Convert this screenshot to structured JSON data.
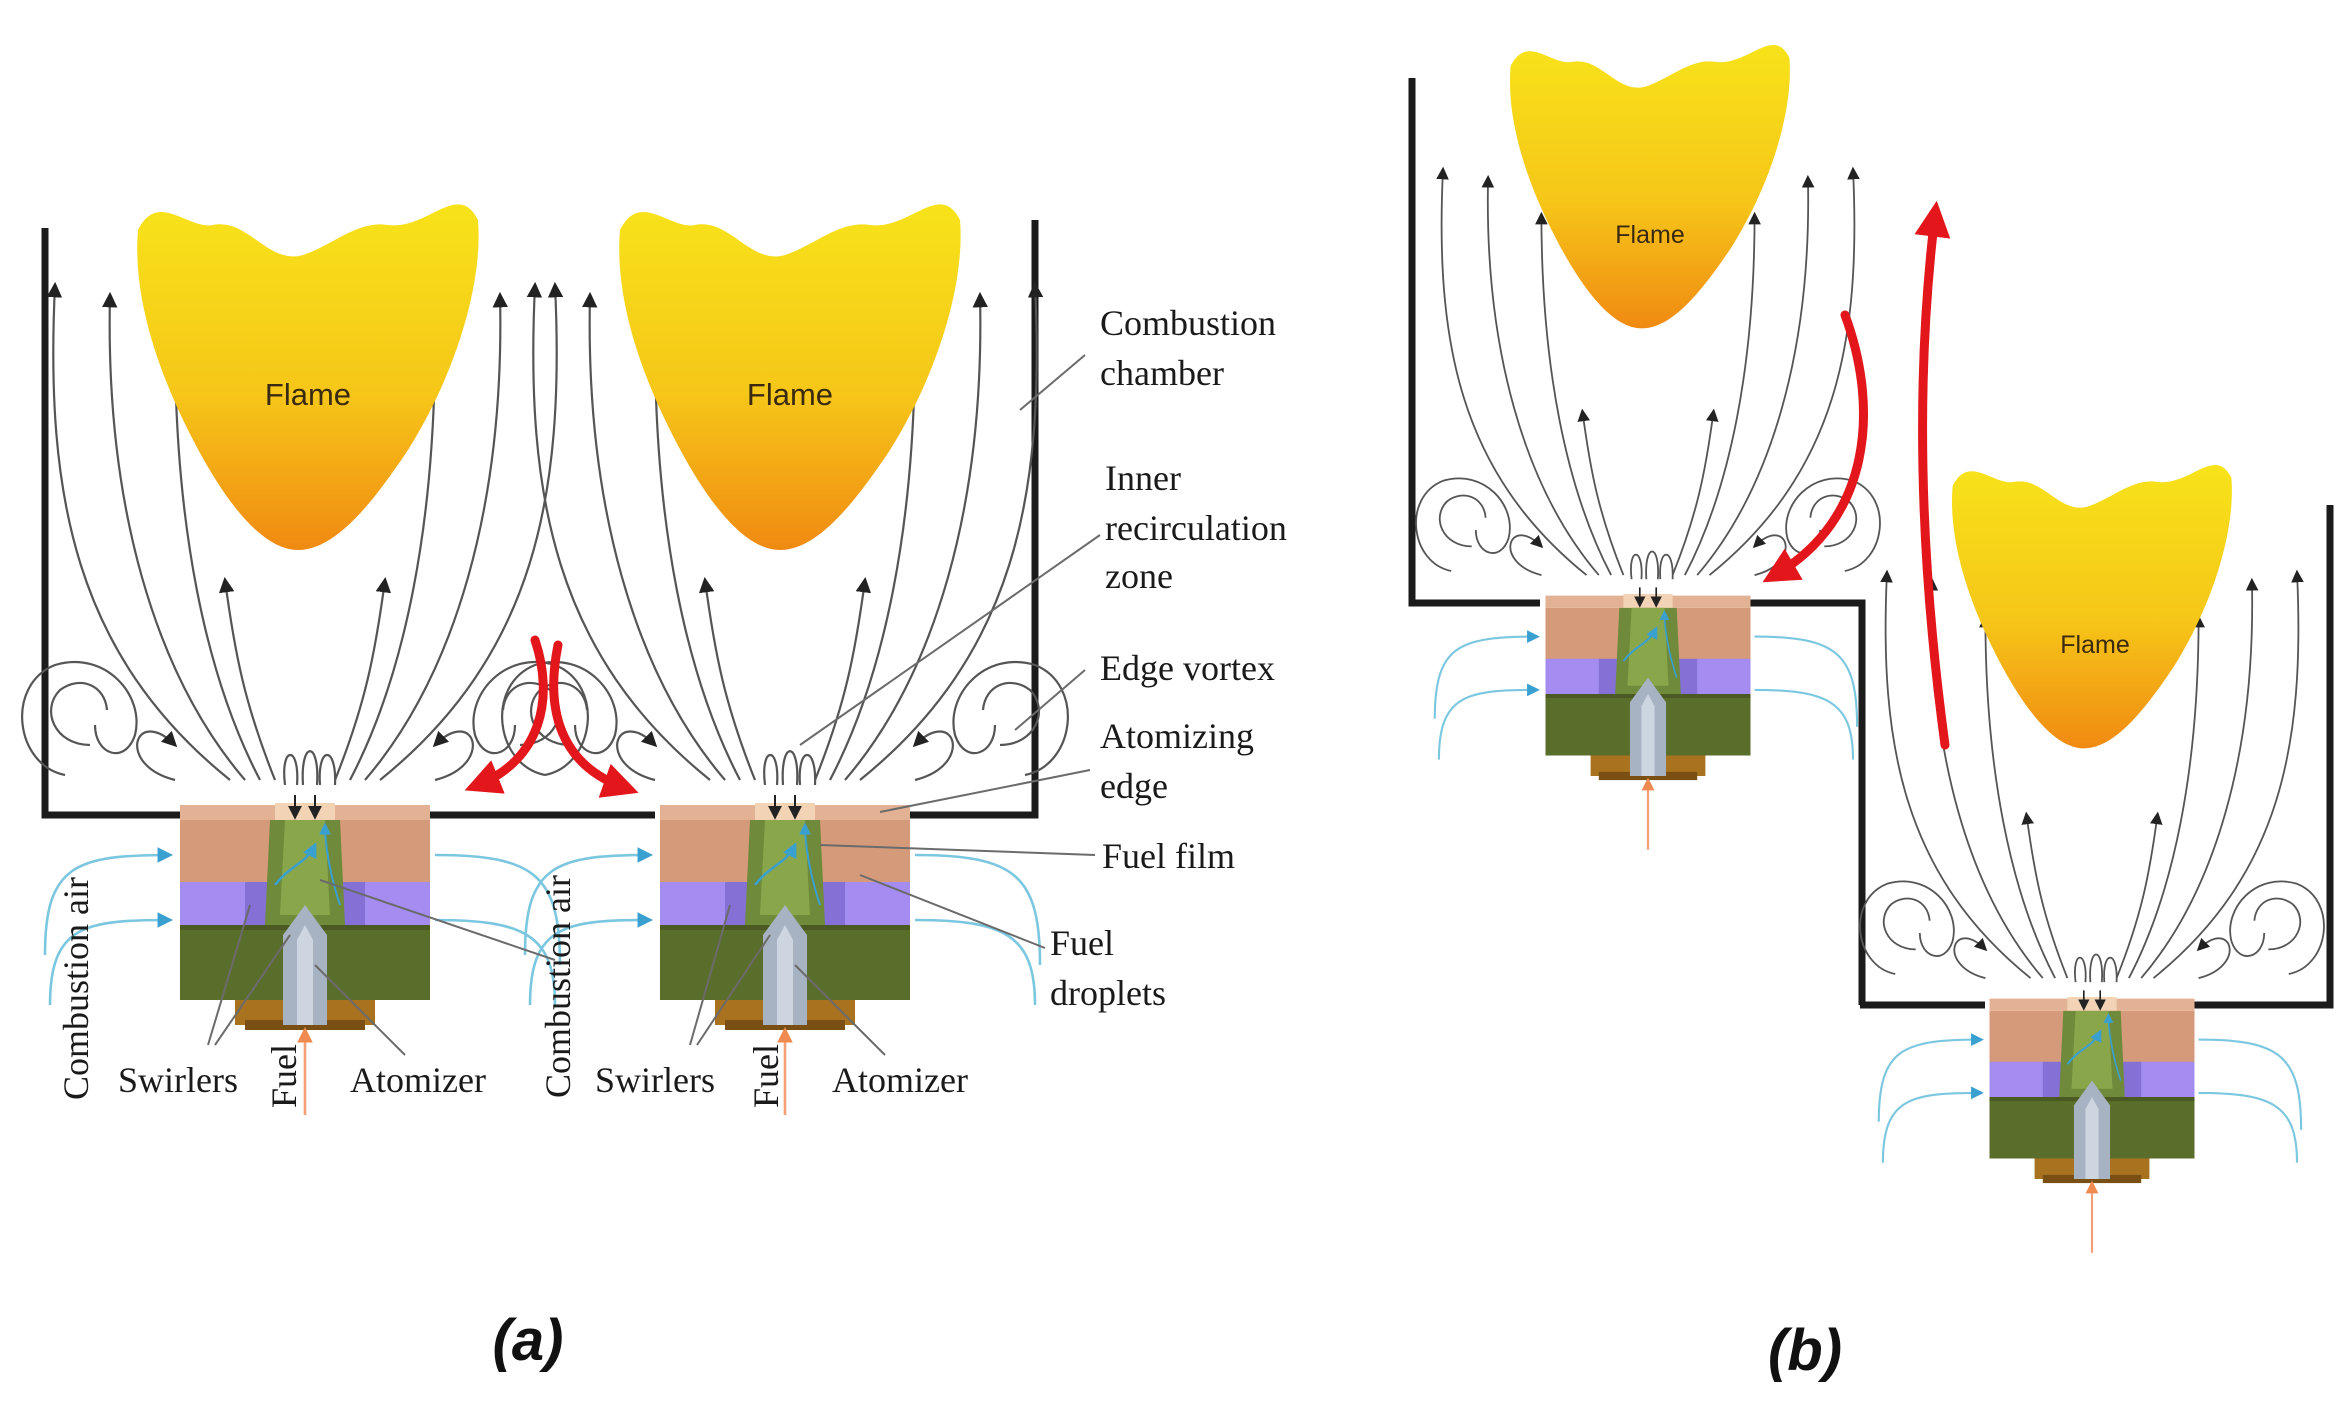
{
  "figure": {
    "panel_a_caption": "(a)",
    "panel_b_caption": "(b)",
    "flame_label": "Flame",
    "labels": {
      "combustion_chamber_1": "Combustion",
      "combustion_chamber_2": "chamber",
      "inner_recirc_1": "Inner",
      "inner_recirc_2": "recirculation",
      "inner_recirc_3": "zone",
      "edge_vortex": "Edge vortex",
      "atomizing_edge_1": "Atomizing",
      "atomizing_edge_2": "edge",
      "fuel_film": "Fuel film",
      "fuel_droplets_1": "Fuel",
      "fuel_droplets_2": "droplets",
      "combustion_air": "Combustion air",
      "swirlers": "Swirlers",
      "fuel": "Fuel",
      "atomizer": "Atomizer"
    },
    "colors": {
      "flame_top": "#f7e31a",
      "flame_bottom": "#f08a12",
      "copper": "#d59a7a",
      "violet": "#a58cf0",
      "olive": "#5a6e2c",
      "bronze": "#a8721f",
      "steel": "#a7b3c2",
      "air": "#7cc7e0",
      "fuel_line": "#f2a074",
      "arrow_red": "#e3171b"
    }
  }
}
